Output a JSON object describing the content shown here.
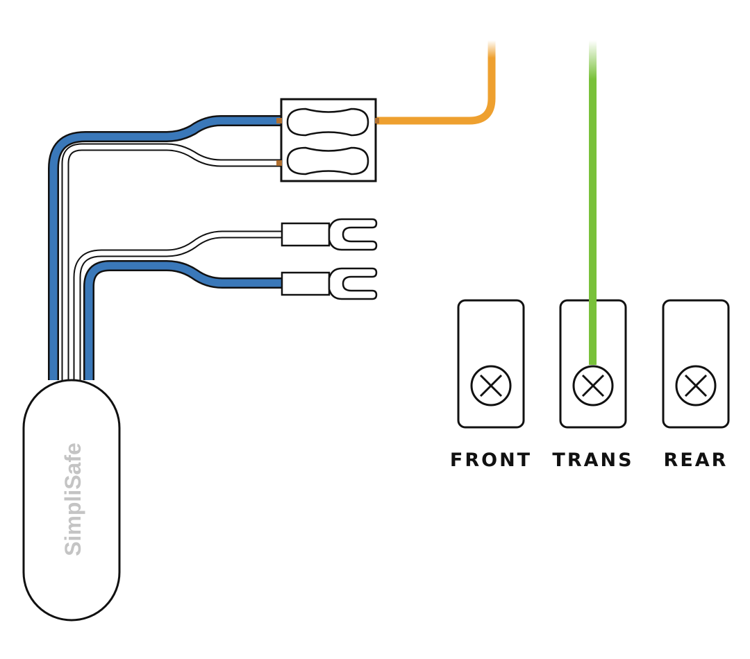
{
  "device": {
    "brand": "SimpliSafe"
  },
  "terminals": [
    {
      "label": "FRONT"
    },
    {
      "label": "TRANS"
    },
    {
      "label": "REAR"
    }
  ],
  "colors": {
    "blue_wire": "#3a78b9",
    "orange_wire": "#eea02f",
    "green_wire": "#79c13a",
    "white_wire": "#ffffff",
    "outline": "#111111"
  }
}
